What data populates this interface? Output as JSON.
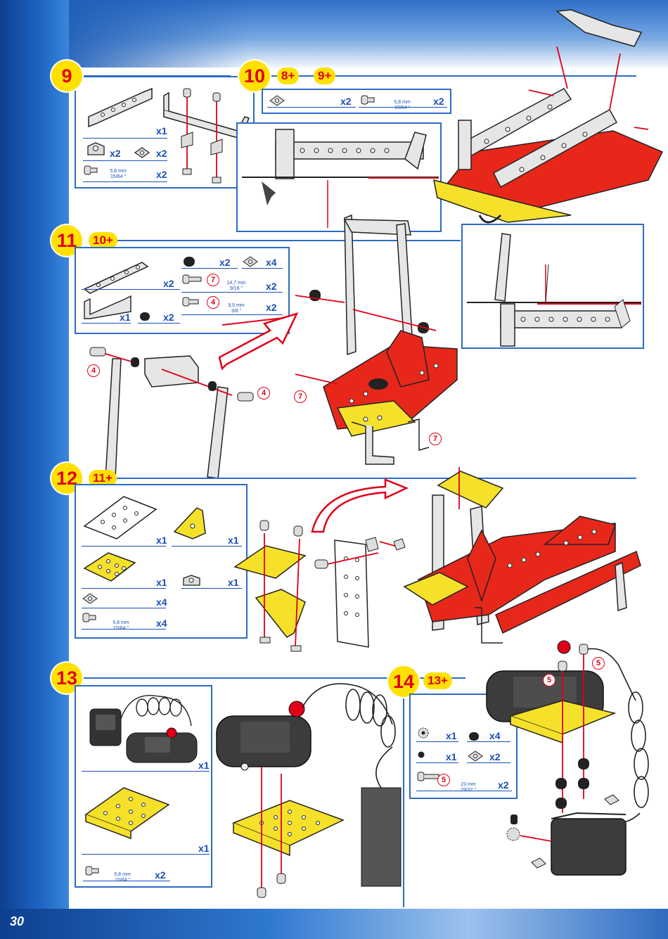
{
  "page": {
    "number": "30"
  },
  "colors": {
    "accent_red": "#e0001a",
    "badge_yellow": "#ffe100",
    "frame_blue": "#2c6cc4",
    "qty_blue": "#1a4fb8",
    "part_red": "#e8271b",
    "part_yellow": "#f5e12a"
  },
  "steps": [
    {
      "number": "9",
      "prereq": [],
      "parts": [
        {
          "qty": "x1",
          "icon": "angle-strip-icon"
        },
        {
          "qty": "x2",
          "icon": "angle-bracket-icon"
        },
        {
          "qty": "x2",
          "icon": "nut-icon"
        },
        {
          "qty": "x2",
          "icon": "screw-icon",
          "size_mm": "5,8 mm",
          "size_in": "15/64 \""
        }
      ]
    },
    {
      "number": "10",
      "prereq": [
        "8+",
        "9+"
      ],
      "parts": [
        {
          "qty": "x2",
          "icon": "nut-icon"
        },
        {
          "qty": "x2",
          "icon": "screw-icon",
          "size_mm": "5,8 mm",
          "size_in": "15/64 \""
        }
      ]
    },
    {
      "number": "11",
      "prereq": [
        "10+"
      ],
      "parts": [
        {
          "qty": "x2",
          "icon": "spacer-icon"
        },
        {
          "qty": "x4",
          "icon": "nut-icon"
        },
        {
          "qty": "x2",
          "icon": "flat-strip-icon"
        },
        {
          "qty": "x2",
          "icon": "screw-icon",
          "ref": "7",
          "size_mm": "14,7 mm",
          "size_in": "9/16 \""
        },
        {
          "qty": "x2",
          "icon": "screw-icon",
          "ref": "4",
          "size_mm": "9,5 mm",
          "size_in": "3/8 \""
        },
        {
          "qty": "x1",
          "icon": "u-bracket-icon"
        },
        {
          "qty": "x2",
          "icon": "spacer-icon"
        }
      ],
      "callouts": [
        "4",
        "4",
        "7",
        "7",
        "7"
      ]
    },
    {
      "number": "12",
      "prereq": [
        "11+"
      ],
      "parts": [
        {
          "qty": "x1",
          "icon": "white-plate-icon"
        },
        {
          "qty": "x1",
          "icon": "triangle-bracket-icon"
        },
        {
          "qty": "x1",
          "icon": "yellow-plate-icon"
        },
        {
          "qty": "x1",
          "icon": "angle-bracket-icon"
        },
        {
          "qty": "x4",
          "icon": "nut-icon"
        },
        {
          "qty": "x4",
          "icon": "screw-icon",
          "size_mm": "5,8 mm",
          "size_in": "15/64 \""
        }
      ]
    },
    {
      "number": "13",
      "prereq": [],
      "parts": [
        {
          "qty": "x1",
          "icon": "battery-box-icon"
        },
        {
          "qty": "x1",
          "icon": "yellow-flanged-plate-icon"
        },
        {
          "qty": "x2",
          "icon": "screw-icon",
          "size_mm": "5,8 mm",
          "size_in": "15/64 \""
        }
      ]
    },
    {
      "number": "14",
      "prereq": [
        "13+"
      ],
      "parts": [
        {
          "qty": "x1",
          "icon": "gear-icon"
        },
        {
          "qty": "x4",
          "icon": "spacer-icon"
        },
        {
          "qty": "x1",
          "icon": "set-screw-icon"
        },
        {
          "qty": "x2",
          "icon": "nut-icon"
        },
        {
          "qty": "x2",
          "icon": "screw-icon",
          "ref": "5",
          "size_mm": "23 mm",
          "size_in": "29/32 \""
        }
      ],
      "callouts": [
        "5",
        "5"
      ]
    }
  ]
}
